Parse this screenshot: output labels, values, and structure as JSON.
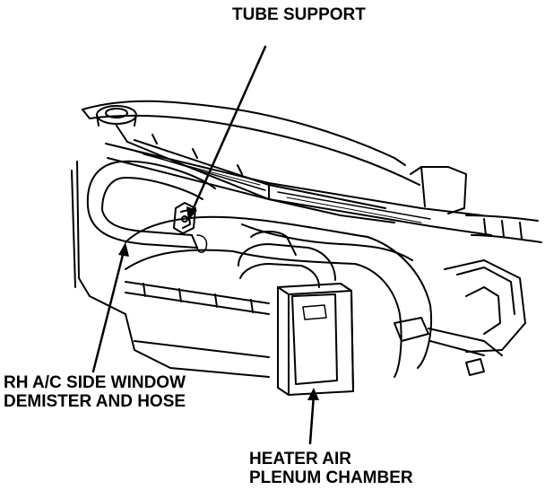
{
  "diagram": {
    "labels": {
      "tube_support": "TUBE SUPPORT",
      "rh_demister": {
        "line1": "RH A/C SIDE WINDOW",
        "line2": "DEMISTER AND HOSE"
      },
      "heater_plenum": {
        "line1": "HEATER AIR",
        "line2": "PLENUM CHAMBER"
      }
    },
    "colors": {
      "ink": "#000000",
      "paper": "#ffffff"
    }
  }
}
